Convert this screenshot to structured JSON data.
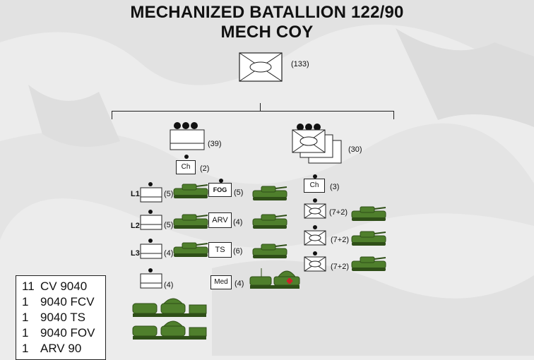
{
  "title": {
    "line1": "MECHANIZED BATALLION 122/90",
    "line2": "MECH COY"
  },
  "hq": {
    "count": "(133)"
  },
  "left_branch": {
    "platoon_count": "(39)",
    "ch": {
      "label": "Ch",
      "count": "(2)"
    },
    "rows": [
      {
        "label": "L1",
        "count": "(5)"
      },
      {
        "label": "L2",
        "count": "(5)"
      },
      {
        "label": "L3",
        "count": "(4)"
      },
      {
        "label": "",
        "count": "(4)"
      }
    ],
    "support": [
      {
        "label": "FOG",
        "count": "(5)"
      },
      {
        "label": "ARV",
        "count": "(4)"
      },
      {
        "label": "TS",
        "count": "(6)"
      },
      {
        "label": "Med",
        "count": "(4)"
      }
    ]
  },
  "right_branch": {
    "count": "(30)",
    "ch": {
      "label": "Ch",
      "count": "(3)"
    },
    "rows": [
      {
        "count": "(7+2)"
      },
      {
        "count": "(7+2)"
      },
      {
        "count": "(7+2)"
      }
    ]
  },
  "legend": [
    {
      "n": "11",
      "text": "CV 9040"
    },
    {
      "n": "1",
      "text": "9040 FCV"
    },
    {
      "n": "1",
      "text": "9040 TS"
    },
    {
      "n": "1",
      "text": "9040 FOV"
    },
    {
      "n": "1",
      "text": "ARV 90"
    }
  ],
  "colors": {
    "vehicle": "#4f7f2c",
    "vehicle_dark": "#2f4f18",
    "background": "#ececec"
  },
  "icons": [
    "infantry-unit-symbol",
    "tank-vehicle-icon",
    "tracked-carrier-icon",
    "medical-cross-icon"
  ]
}
